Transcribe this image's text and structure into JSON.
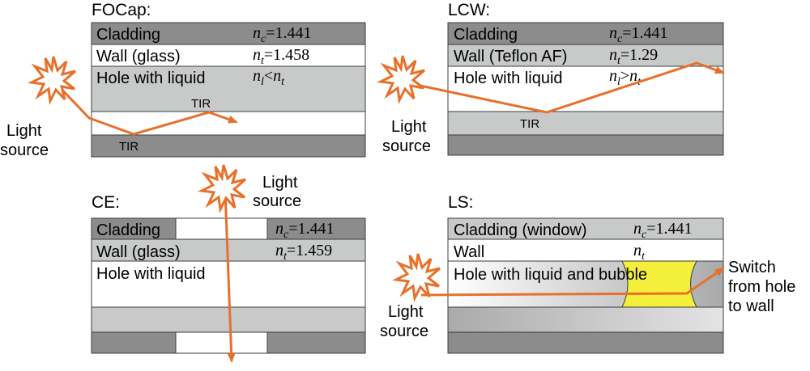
{
  "panels": {
    "focap": {
      "title": "FOCap:",
      "layers": [
        "Cladding",
        "Wall (glass)",
        "Hole with liquid"
      ],
      "nc": {
        "sym": "n",
        "sub": "c",
        "rest": "=1.441"
      },
      "nt": {
        "sym": "n",
        "sub": "t",
        "rest": "=1.458"
      },
      "nl": {
        "sym": "n",
        "sub": "l",
        "rel": "<",
        "sym2": "n",
        "sub2": "t"
      },
      "tir_top": "TIR",
      "tir_bottom": "TIR",
      "source": [
        "Light",
        "source"
      ]
    },
    "lcw": {
      "title": "LCW:",
      "layers": [
        "Cladding",
        "Wall (Teflon AF)",
        "Hole with liquid"
      ],
      "nc": {
        "sym": "n",
        "sub": "c",
        "rest": "=1.441"
      },
      "nt": {
        "sym": "n",
        "sub": "t",
        "rest": "=1.29"
      },
      "nl": {
        "sym": "n",
        "sub": "l",
        "rel": ">",
        "sym2": "n",
        "sub2": "t"
      },
      "tir": "TIR",
      "source": [
        "Light",
        "source"
      ]
    },
    "ce": {
      "title": "CE:",
      "layers": [
        "Cladding",
        "Wall (glass)",
        "Hole with liquid"
      ],
      "nc": {
        "sym": "n",
        "sub": "c",
        "rest": "=1.441"
      },
      "nt": {
        "sym": "n",
        "sub": "t",
        "rest": "=1.459"
      },
      "source": [
        "Light",
        "source"
      ]
    },
    "ls": {
      "title": "LS:",
      "layers": [
        "Cladding (window)",
        "Wall",
        "Hole with liquid and ",
        "bubble"
      ],
      "nc": {
        "sym": "n",
        "sub": "c",
        "rest": "=1.441"
      },
      "nt": {
        "sym": "n",
        "sub": "t"
      },
      "switch_label": [
        "Switch",
        "from hole",
        "to wall"
      ],
      "source": [
        "Light",
        "source"
      ]
    }
  },
  "colors": {
    "dark_gray": "#8c8c8c",
    "light_gray": "#c8c9c9",
    "white": "#ffffff",
    "ray": "#e8702a",
    "bubble": "#f4ef3a",
    "outline": "#3c3c3c"
  },
  "icons": [
    "starburst-icon"
  ]
}
